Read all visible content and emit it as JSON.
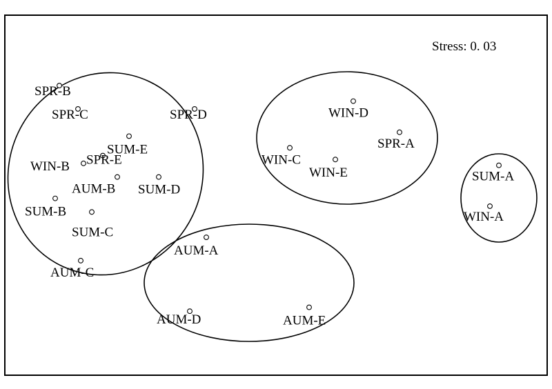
{
  "chart_data": {
    "type": "scatter",
    "annotation": "Stress: 0. 03",
    "grid": false,
    "points": [
      {
        "label": "SPR-B",
        "x": 0.086,
        "y": 0.78
      },
      {
        "label": "SPR-C",
        "x": 0.113,
        "y": 0.72
      },
      {
        "label": "SPR-D",
        "x": 0.282,
        "y": 0.72
      },
      {
        "label": "SUM-E",
        "x": 0.187,
        "y": 0.65
      },
      {
        "label": "WIN-B",
        "x": 0.121,
        "y": 0.58
      },
      {
        "label": "SPR-E",
        "x": 0.149,
        "y": 0.6
      },
      {
        "label": "AUM-B",
        "x": 0.17,
        "y": 0.545
      },
      {
        "label": "SUM-D",
        "x": 0.23,
        "y": 0.545
      },
      {
        "label": "SUM-B",
        "x": 0.08,
        "y": 0.49
      },
      {
        "label": "SUM-C",
        "x": 0.133,
        "y": 0.455
      },
      {
        "label": "AUM-C",
        "x": 0.117,
        "y": 0.33
      },
      {
        "label": "WIN-D",
        "x": 0.512,
        "y": 0.74
      },
      {
        "label": "SPR-A",
        "x": 0.579,
        "y": 0.66
      },
      {
        "label": "WIN-C",
        "x": 0.42,
        "y": 0.62
      },
      {
        "label": "WIN-E",
        "x": 0.486,
        "y": 0.59
      },
      {
        "label": "SUM-A",
        "x": 0.723,
        "y": 0.575
      },
      {
        "label": "WIN-A",
        "x": 0.71,
        "y": 0.47
      },
      {
        "label": "AUM-A",
        "x": 0.299,
        "y": 0.39
      },
      {
        "label": "AUM-D",
        "x": 0.275,
        "y": 0.2
      },
      {
        "label": "AUM-E",
        "x": 0.448,
        "y": 0.21
      }
    ],
    "groups": [
      [
        "SPR-B",
        "SPR-C",
        "SPR-D",
        "SUM-E",
        "WIN-B",
        "SPR-E",
        "AUM-B",
        "SUM-D",
        "SUM-B",
        "SUM-C",
        "AUM-C"
      ],
      [
        "WIN-D",
        "SPR-A",
        "WIN-C",
        "WIN-E"
      ],
      [
        "SUM-A",
        "WIN-A"
      ],
      [
        "AUM-A",
        "AUM-D",
        "AUM-E"
      ]
    ]
  }
}
